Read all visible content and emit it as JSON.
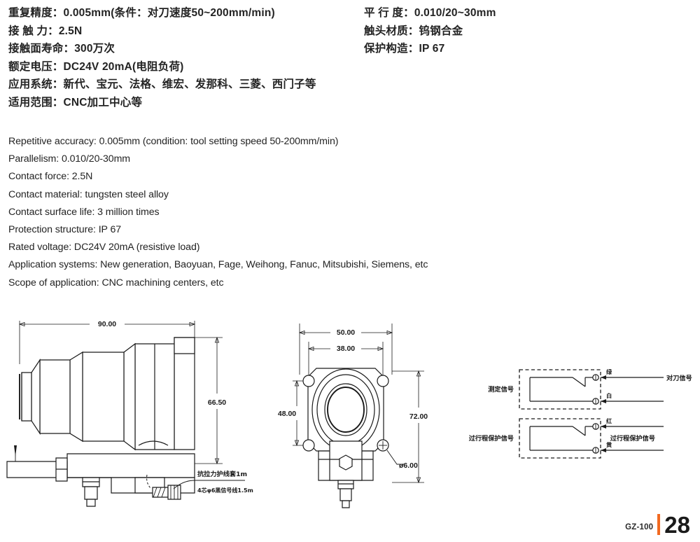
{
  "spec_cn": {
    "left_column": [
      "重复精度：0.005mm(条件：对刀速度50~200mm/min)",
      "接 触 力：2.5N",
      "接触面寿命：300万次",
      "额定电压：DC24V 20mA(电阻负荷)",
      "应用系统：新代、宝元、法格、维宏、发那科、三菱、西门子等",
      "适用范围：CNC加工中心等"
    ],
    "right_column": [
      "平 行 度：0.010/20~30mm",
      "触头材质：钨钢合金",
      "保护构造：IP 67"
    ]
  },
  "spec_en": {
    "lines": [
      "Repetitive accuracy: 0.005mm (condition: tool setting speed 50-200mm/min)",
      "Parallelism: 0.010/20-30mm",
      "Contact force: 2.5N",
      "Contact material: tungsten steel alloy",
      "Contact surface life: 3 million times",
      "Protection structure: IP 67",
      "Rated voltage: DC24V 20mA (resistive load)",
      "Application systems: New generation, Baoyuan, Fage, Weihong, Fanuc, Mitsubishi, Siemens, etc",
      "Scope of application: CNC machining centers, etc"
    ]
  },
  "drawings": {
    "side_view": {
      "dimensions": {
        "length": "90.00",
        "height": "66.50"
      },
      "annotations": {
        "strain_relief": "抗拉力护线套1m",
        "signal_cable": "4芯φ6黑信号线1.5m"
      }
    },
    "front_view": {
      "dimensions": {
        "outer_width": "50.00",
        "hole_pitch_x": "38.00",
        "hole_pitch_y": "48.00",
        "outer_height": "72.00",
        "hole_diameter": "ø6.00"
      }
    },
    "wiring_diagram": {
      "circuits": [
        {
          "input_label": "测定信号",
          "output_label": "对刀信号",
          "wires": [
            "绿",
            "白"
          ]
        },
        {
          "input_label": "过行程保护信号",
          "output_label": "过行程保护信号",
          "wires": [
            "红",
            "黄"
          ]
        }
      ]
    }
  },
  "footer": {
    "model": "GZ-100",
    "page_number": "28",
    "accent_color": "#f26a21"
  }
}
